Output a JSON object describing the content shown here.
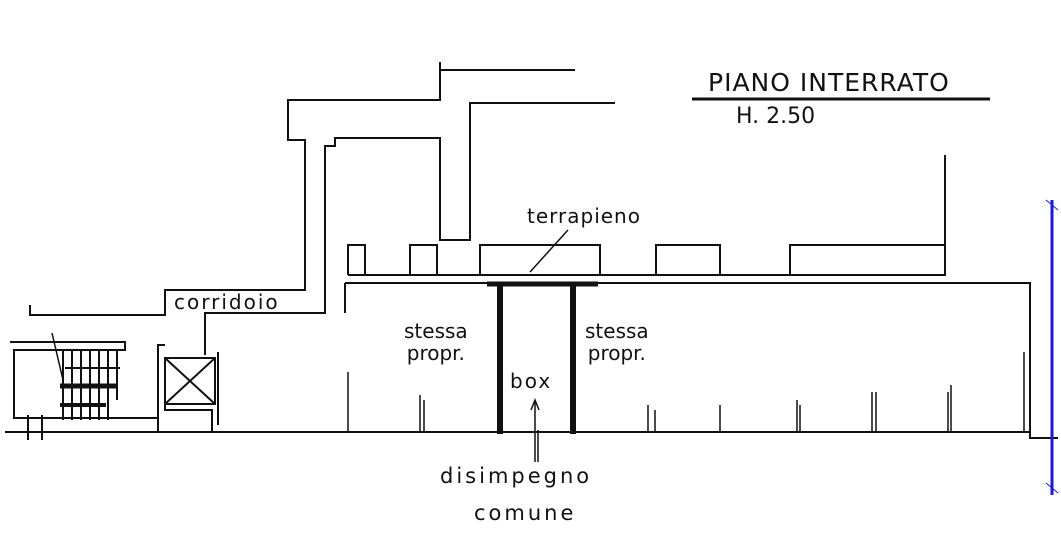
{
  "plan": {
    "title": "PIANO INTERRATO",
    "height": "H. 2.50",
    "labels": {
      "terrapieno": "terrapieno",
      "corridoio": "corridoio",
      "stessa_left_1": "stessa",
      "stessa_left_2": "propr.",
      "stessa_right_1": "stessa",
      "stessa_right_2": "propr.",
      "box": "box",
      "disimpegno": "disimpegno",
      "comune": "comune"
    }
  }
}
